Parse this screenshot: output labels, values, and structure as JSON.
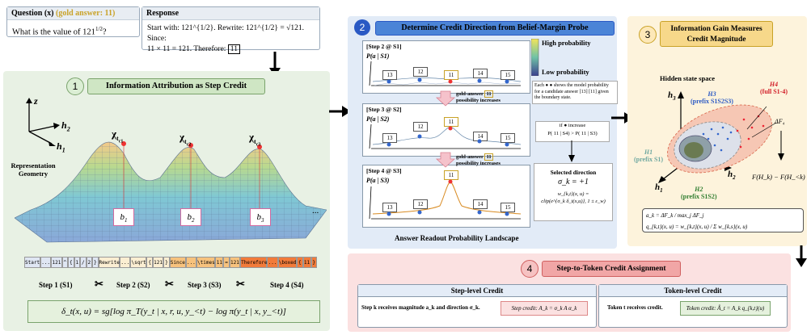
{
  "question": {
    "header": "Question (x)",
    "gold": "(gold answer: 11)",
    "text": "What is the value of 121",
    "exp": "1/2",
    "tail": "?"
  },
  "response": {
    "header": "Response",
    "line1": "Start with: 121^{1/2}. Rewrite: 121^{1/2} = √121. Since:",
    "line2": "11 × 11 = 121. Therefore:",
    "boxed": "11"
  },
  "panel1": {
    "num": "1",
    "title": "Information Attribution as Step Credit",
    "axes": {
      "z": "z",
      "h2": "h",
      "h2_sub": "2",
      "h1": "h",
      "h1_sub": "1"
    },
    "geometry_label": "Representation Geometry",
    "peaks": [
      "χ_{t_c1}",
      "χ_{t_c2}",
      "χ_{t_c3}"
    ],
    "peak_main": "χ",
    "peak_subs": [
      "t",
      "t",
      "t"
    ],
    "peak_subsubs": [
      "c1",
      "c2",
      "c3"
    ],
    "bases": [
      "b",
      "b",
      "b"
    ],
    "base_subs": [
      "1",
      "2",
      "3"
    ],
    "ellipsis": "...",
    "tokens": [
      "Start",
      "...",
      "121",
      "^",
      "{",
      "1",
      "/",
      "2",
      "}",
      "Rewrite",
      "...",
      "\\sqrt",
      "{",
      "121",
      "}",
      "Since",
      "...",
      "\\times",
      "11",
      "=",
      "121",
      "Therefore",
      "...",
      "\\boxed",
      "{",
      "11",
      "}"
    ],
    "steps": [
      "Step 1 (S1)",
      "Step 2 (S2)",
      "Step 3 (S3)",
      "Step 4 (S4)"
    ],
    "scissors": "✂",
    "formula": "δ_t(x, u) = sg[log π_T(y_t | x, r, u, y_<t) − log π(y_t | x, y_<t)]"
  },
  "panel2": {
    "num": "2",
    "title": "Determine Credit Direction from Belief-Margin Probe",
    "legend_high": "High probability",
    "legend_low": "Low probability",
    "legend_note": "Each ● ● shows the model probability for a candidate answer [13] [11] given the boundary state.",
    "steps": [
      {
        "title": "[Step 2 @ S1]",
        "p": "P(a | S1)",
        "cands": [
          "13",
          "12",
          "11",
          "14",
          "15"
        ]
      },
      {
        "title": "[Step 3 @ S2]",
        "p": "P(a | S2)",
        "cands": [
          "13",
          "12",
          "11",
          "14",
          "15"
        ]
      },
      {
        "title": "[Step 4 @ S3]",
        "p": "P(a | S3)",
        "cands": [
          "13",
          "12",
          "11",
          "14",
          "15"
        ]
      }
    ],
    "gain_note_1a": "gold-answer",
    "gain_note_1b": "possibility increases",
    "gain_note_2a": "gold-answer",
    "gain_note_2b": "possibility increases",
    "gain_gold": "11",
    "if_line": "if ● increase",
    "cond": "P( 11 | S4) > P( 11 | S3)",
    "selected_label": "Selected direction",
    "selected_value": "σ_k = +1",
    "clip_line1": "w_{k,t}(x, u) =",
    "clip_line2": "clip(e^{σ_k δ_t(x,u)}, 1 ± ε_w)",
    "landscape_label": "Answer Readout Probability Landscape"
  },
  "panel3": {
    "num": "3",
    "title": "Information Gain Measures Credit Magnitude",
    "hidden_label": "Hidden state space",
    "h3": "h",
    "h3_sub": "3",
    "h2": "h",
    "h2_sub": "2",
    "h1": "h",
    "h1_sub": "1",
    "H1": "H1",
    "H1_sub": "(prefix S1)",
    "H2": "H2",
    "H2_sub": "(prefix S1S2)",
    "H3": "H3",
    "H3_sub": "(prefix S1S2S3)",
    "H4": "H4",
    "H4_sub": "(full S1-4)",
    "dF": "ΔF₄",
    "fdiff": "F(H_k) − F(H_<k)",
    "formula_a": "a_k = ΔF_k / max_j ΔF_j",
    "formula_q": "q_{k,t}(x, u) = w_{k,t}(x, u) / Σ w_{k,s}(x, u)"
  },
  "panel4": {
    "num": "4",
    "title": "Step-to-Token Credit Assignment",
    "step_level": "Step-level Credit",
    "token_level": "Token-level Credit",
    "step_desc": "Step k receives magnitude a_k and direction σ_k.",
    "step_credit": "Step credit: A_k = σ_k A α_k",
    "token_desc": "Token t receives credit.",
    "token_credit": "Token credit: Â_t = A_k q_{k,t}(u)"
  }
}
